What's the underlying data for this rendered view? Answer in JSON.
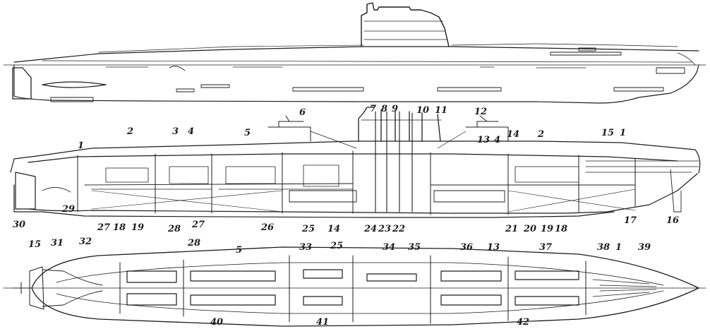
{
  "side_view_labels": [
    "6",
    "7",
    "8",
    "9",
    "10",
    "11",
    "12",
    "1",
    "2",
    "3",
    "4",
    "5",
    "14",
    "13",
    "4",
    "2",
    "15",
    "1",
    "30",
    "29",
    "27",
    "18",
    "19",
    "28",
    "27",
    "26",
    "25",
    "14",
    "24",
    "23",
    "22",
    "21",
    "20",
    "19",
    "18",
    "17",
    "16"
  ],
  "plan_view_labels": [
    "15",
    "31",
    "32",
    "28",
    "5",
    "33",
    "25",
    "34",
    "35",
    "36",
    "13",
    "37",
    "38",
    "1",
    "39",
    "40",
    "41",
    "42"
  ],
  "colors": {
    "ink": "#1c1c1c",
    "paper": "#ffffff"
  }
}
